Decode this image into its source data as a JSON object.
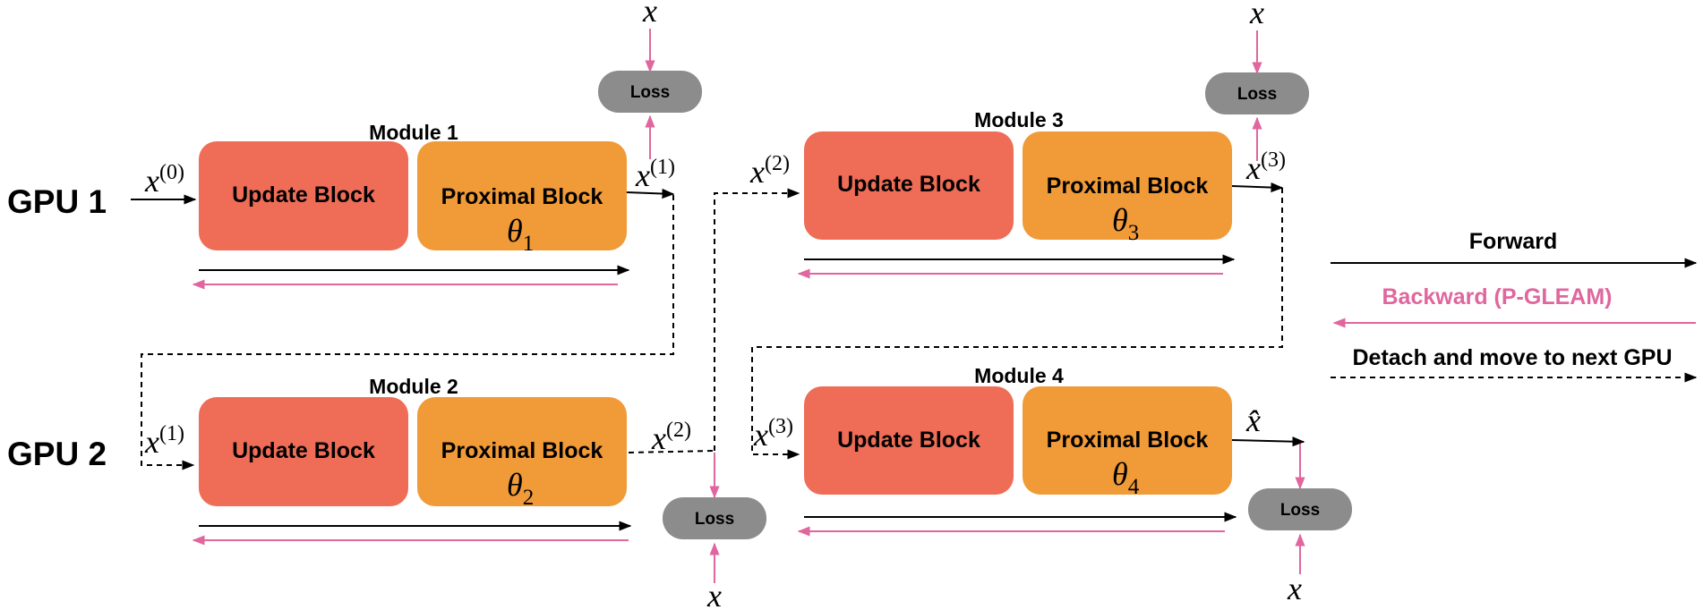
{
  "gpus": [
    "GPU 1",
    "GPU 2"
  ],
  "modules": [
    {
      "title": "Module 1",
      "update_label": "Update Block",
      "proximal_label": "Proximal Block",
      "theta_sub": "1",
      "in_sup": "(0)",
      "out_sup": "(1)"
    },
    {
      "title": "Module 2",
      "update_label": "Update Block",
      "proximal_label": "Proximal Block",
      "theta_sub": "2",
      "in_sup": "(1)",
      "out_sup": "(2)"
    },
    {
      "title": "Module 3",
      "update_label": "Update Block",
      "proximal_label": "Proximal Block",
      "theta_sub": "3",
      "in_sup": "(2)",
      "out_sup": "(3)"
    },
    {
      "title": "Module 4",
      "update_label": "Update Block",
      "proximal_label": "Proximal Block",
      "theta_sub": "4",
      "in_sup": "(3)",
      "out_sup": ""
    }
  ],
  "symbols": {
    "x": "x",
    "x_hat": "x̂",
    "theta": "θ"
  },
  "loss_label": "Loss",
  "legend": {
    "forward": "Forward",
    "backward": "Backward (P-GLEAM)",
    "detach": "Detach and move to next GPU"
  },
  "colors": {
    "update": "#EF6C57",
    "proximal": "#F19A38",
    "loss": "#8C8C8C",
    "backward": "#E0669E",
    "forward": "#000000"
  }
}
